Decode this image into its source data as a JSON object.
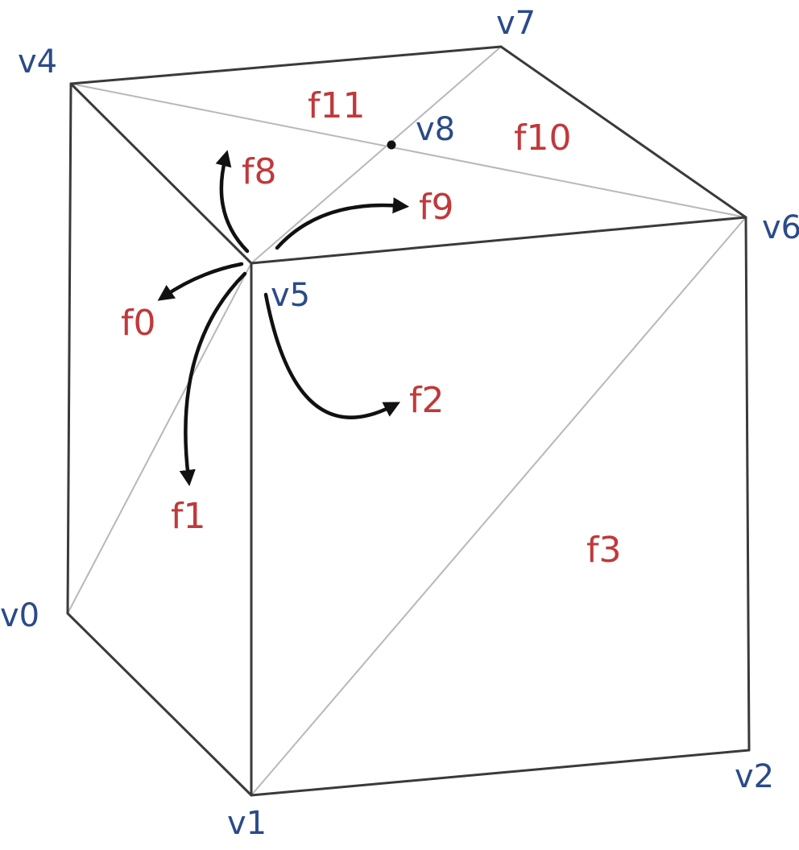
{
  "colors": {
    "vertex_label": "#2a4a8a",
    "face_label": "#c0393b",
    "edge": "#3a3a3a",
    "diagonal": "#b8b8b8",
    "arrow": "#111111"
  },
  "vertices": {
    "v0": "v0",
    "v1": "v1",
    "v2": "v2",
    "v4": "v4",
    "v5": "v5",
    "v6": "v6",
    "v7": "v7",
    "v8": "v8"
  },
  "faces": {
    "f0": "f0",
    "f1": "f1",
    "f2": "f2",
    "f3": "f3",
    "f8": "f8",
    "f9": "f9",
    "f10": "f10",
    "f11": "f11"
  }
}
